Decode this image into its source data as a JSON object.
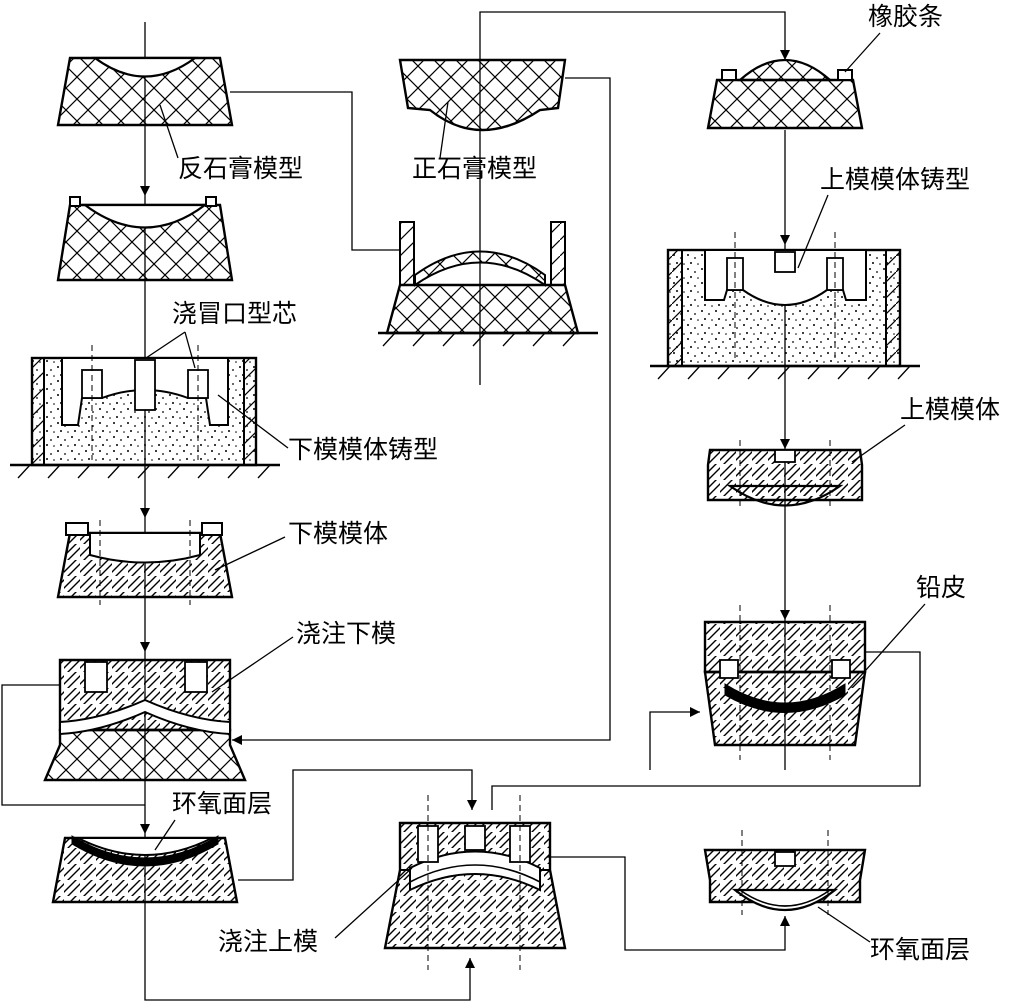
{
  "labels": {
    "reverse_plaster_model": "反石膏模型",
    "sprue_riser_core": "浇冒口型芯",
    "lower_mold_casting": "下模模体铸型",
    "lower_mold_body": "下模模体",
    "pour_lower_mold": "浇注下模",
    "epoxy_surface_layer_left": "环氧面层",
    "positive_plaster_model": "正石膏模型",
    "pour_upper_mold": "浇注上模",
    "rubber_strip": "橡胶条",
    "upper_mold_casting": "上模模体铸型",
    "upper_mold_body": "上模模体",
    "lead_sheet": "铅皮",
    "epoxy_surface_layer_right": "环氧面层"
  }
}
